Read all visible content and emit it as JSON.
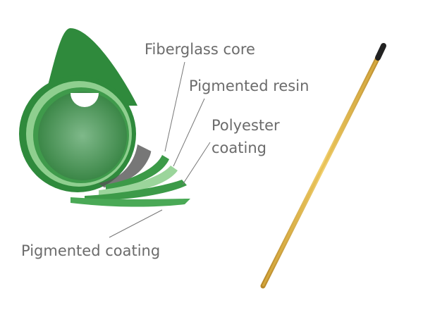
{
  "labels": {
    "fiberglass_core": "Fiberglass core",
    "pigmented_resin": "Pigmented resin",
    "polyester_line1": "Polyester",
    "polyester_line2": "coating",
    "pigmented_coating": "Pigmented coating"
  },
  "colors": {
    "green_dark": "#2f8a3c",
    "green_mid": "#4aa956",
    "green_light": "#8fcf8f",
    "pole": "#e3b948",
    "tip": "#222222",
    "text": "#6b6b6b"
  }
}
